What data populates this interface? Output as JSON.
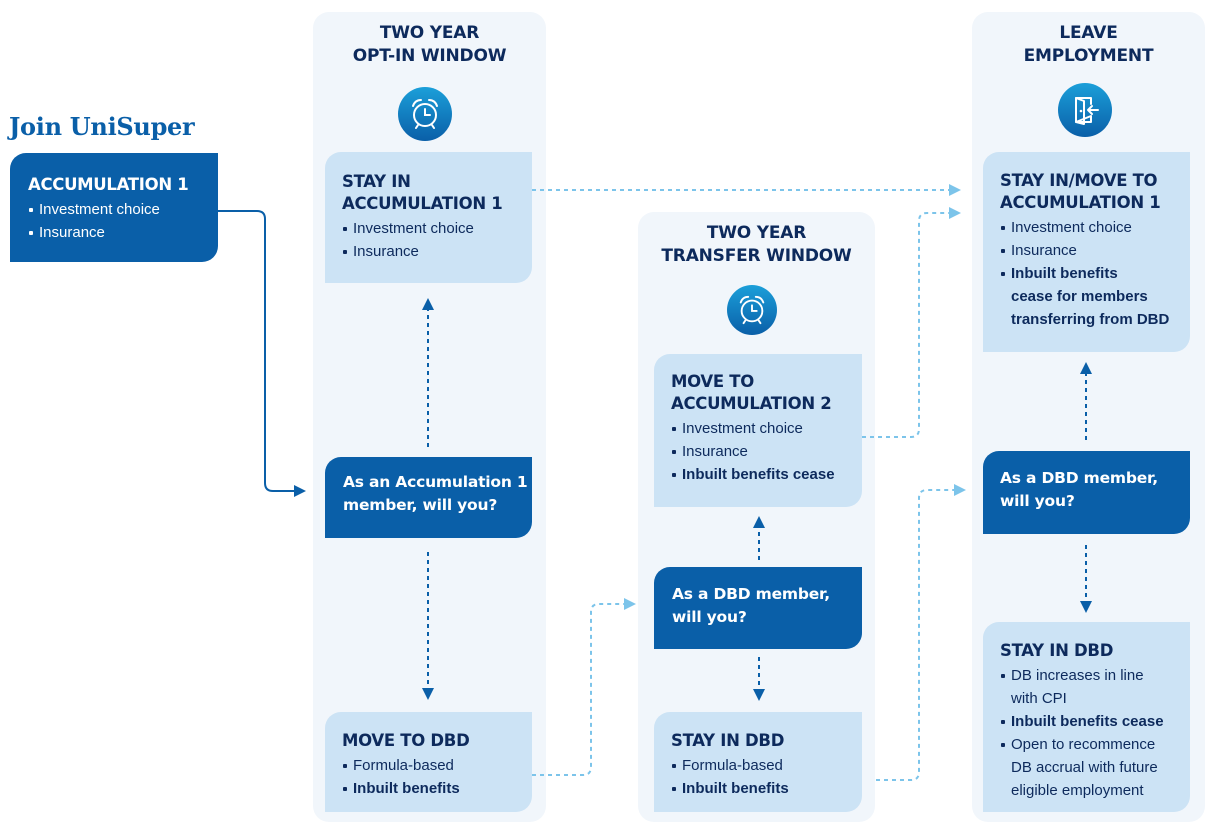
{
  "join": {
    "title": "Join UniSuper"
  },
  "start_box": {
    "heading": "ACCUMULATION 1",
    "items": [
      "Investment choice",
      "Insurance"
    ]
  },
  "col1": {
    "title_line1": "TWO YEAR",
    "title_line2": "OPT-IN WINDOW",
    "icon": "alarm-clock-icon",
    "stay": {
      "heading_line1": "STAY IN",
      "heading_line2": "ACCUMULATION 1",
      "items": [
        "Investment choice",
        "Insurance"
      ]
    },
    "question_line1": "As an Accumulation 1",
    "question_line2": "member, will you?",
    "move": {
      "heading": "MOVE TO DBD",
      "items": [
        "Formula-based",
        "Inbuilt benefits"
      ]
    }
  },
  "col2": {
    "title_line1": "TWO YEAR",
    "title_line2": "TRANSFER WINDOW",
    "icon": "alarm-clock-icon",
    "move": {
      "heading_line1": "MOVE TO",
      "heading_line2": "ACCUMULATION 2",
      "items": [
        "Investment choice",
        "Insurance",
        "Inbuilt benefits cease"
      ]
    },
    "question_line1": "As a DBD member,",
    "question_line2": "will you?",
    "stay": {
      "heading": "STAY IN DBD",
      "items": [
        "Formula-based",
        "Inbuilt benefits"
      ]
    }
  },
  "col3": {
    "title_line1": "LEAVE",
    "title_line2": "EMPLOYMENT",
    "icon": "exit-door-icon",
    "stay": {
      "heading_line1": "STAY IN/MOVE TO",
      "heading_line2": "ACCUMULATION 1",
      "items": [
        "Investment choice",
        "Insurance"
      ],
      "bold_lines": [
        "Inbuilt benefits",
        "cease for members",
        "transferring from DBD"
      ]
    },
    "question_line1": "As a DBD member,",
    "question_line2": "will you?",
    "dbd": {
      "heading": "STAY IN DBD",
      "item1_lines": [
        "DB increases in line",
        "with CPI"
      ],
      "item2": "Inbuilt benefits cease",
      "item3_lines": [
        "Open to recommence",
        "DB accrual with future",
        "eligible employment"
      ]
    }
  },
  "colors": {
    "dark_blue": "#0a5fa8",
    "light_blue": "#cce3f5",
    "column_bg": "#f1f6fb",
    "title_navy": "#0d2a5c",
    "connector_light": "#7cc4ea"
  }
}
